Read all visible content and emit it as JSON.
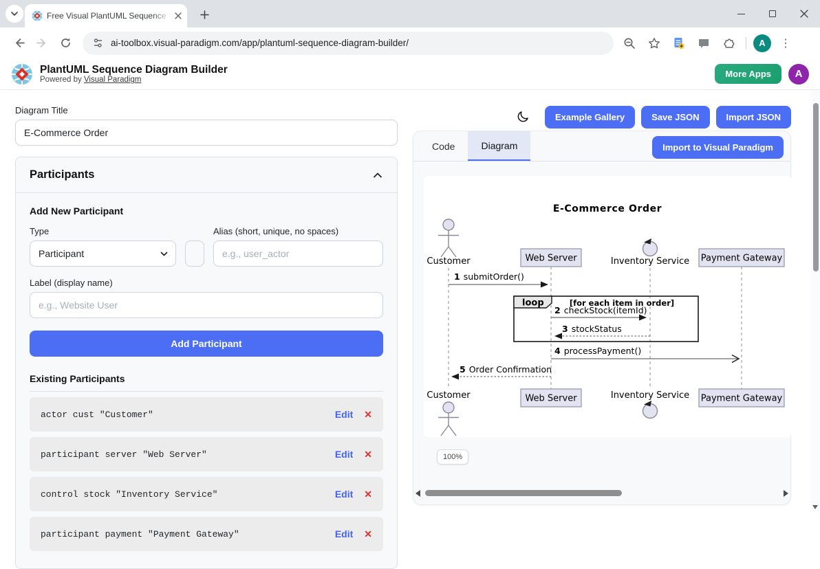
{
  "browser": {
    "tab_title": "Free Visual PlantUML Sequence",
    "url": "ai-toolbox.visual-paradigm.com/app/plantuml-sequence-diagram-builder/",
    "profile_initial": "A"
  },
  "header": {
    "title": "PlantUML Sequence Diagram Builder",
    "powered_prefix": "Powered by",
    "powered_link": "Visual Paradigm",
    "more_apps": "More Apps",
    "avatar_initial": "A"
  },
  "left": {
    "diagram_title_label": "Diagram Title",
    "diagram_title_value": "E-Commerce Order",
    "participants": {
      "title": "Participants",
      "add_new": "Add New Participant",
      "type_label": "Type",
      "type_value": "Participant",
      "alias_label": "Alias (short, unique, no spaces)",
      "alias_placeholder": "e.g., user_actor",
      "label_label": "Label (display name)",
      "label_placeholder": "e.g., Website User",
      "add_button": "Add Participant",
      "existing_title": "Existing Participants",
      "edit": "Edit",
      "remove": "✕",
      "list": [
        {
          "code": "actor cust \"Customer\""
        },
        {
          "code": "participant server \"Web Server\""
        },
        {
          "code": "control stock \"Inventory Service\""
        },
        {
          "code": "participant payment \"Payment Gateway\""
        }
      ]
    }
  },
  "right": {
    "example_gallery": "Example Gallery",
    "save_json": "Save JSON",
    "import_json": "Import JSON",
    "tab_code": "Code",
    "tab_diagram": "Diagram",
    "import_vp": "Import to Visual Paradigm",
    "zoom_level": "100%"
  },
  "diagram": {
    "title": "E-Commerce Order",
    "participants": [
      {
        "name": "Customer",
        "type": "actor"
      },
      {
        "name": "Web Server",
        "type": "participant"
      },
      {
        "name": "Inventory Service",
        "type": "control"
      },
      {
        "name": "Payment Gateway",
        "type": "participant"
      }
    ],
    "messages": [
      {
        "seq": "1",
        "text": "submitOrder()",
        "from": "Customer",
        "to": "Web Server",
        "style": "solid"
      },
      {
        "seq": "2",
        "text": "checkStock(itemId)",
        "from": "Web Server",
        "to": "Inventory Service",
        "style": "solid"
      },
      {
        "seq": "3",
        "text": "stockStatus",
        "from": "Inventory Service",
        "to": "Web Server",
        "style": "dashed-return"
      },
      {
        "seq": "4",
        "text": "processPayment()",
        "from": "Web Server",
        "to": "Payment Gateway",
        "style": "solid-open"
      },
      {
        "seq": "5",
        "text": "Order Confirmation",
        "from": "Web Server",
        "to": "Customer",
        "style": "dashed-return"
      }
    ],
    "loop": {
      "operator": "loop",
      "condition": "[for each item in order]"
    }
  },
  "colors": {
    "accent_blue": "#4c6ef5",
    "more_apps_green": "#1f9e70",
    "avatar_purple": "#8e24aa",
    "edit_link": "#4263eb",
    "delete_red": "#e03131",
    "participant_fill": "#e2e2f0",
    "active_tab_bg": "#e3e8f6"
  }
}
